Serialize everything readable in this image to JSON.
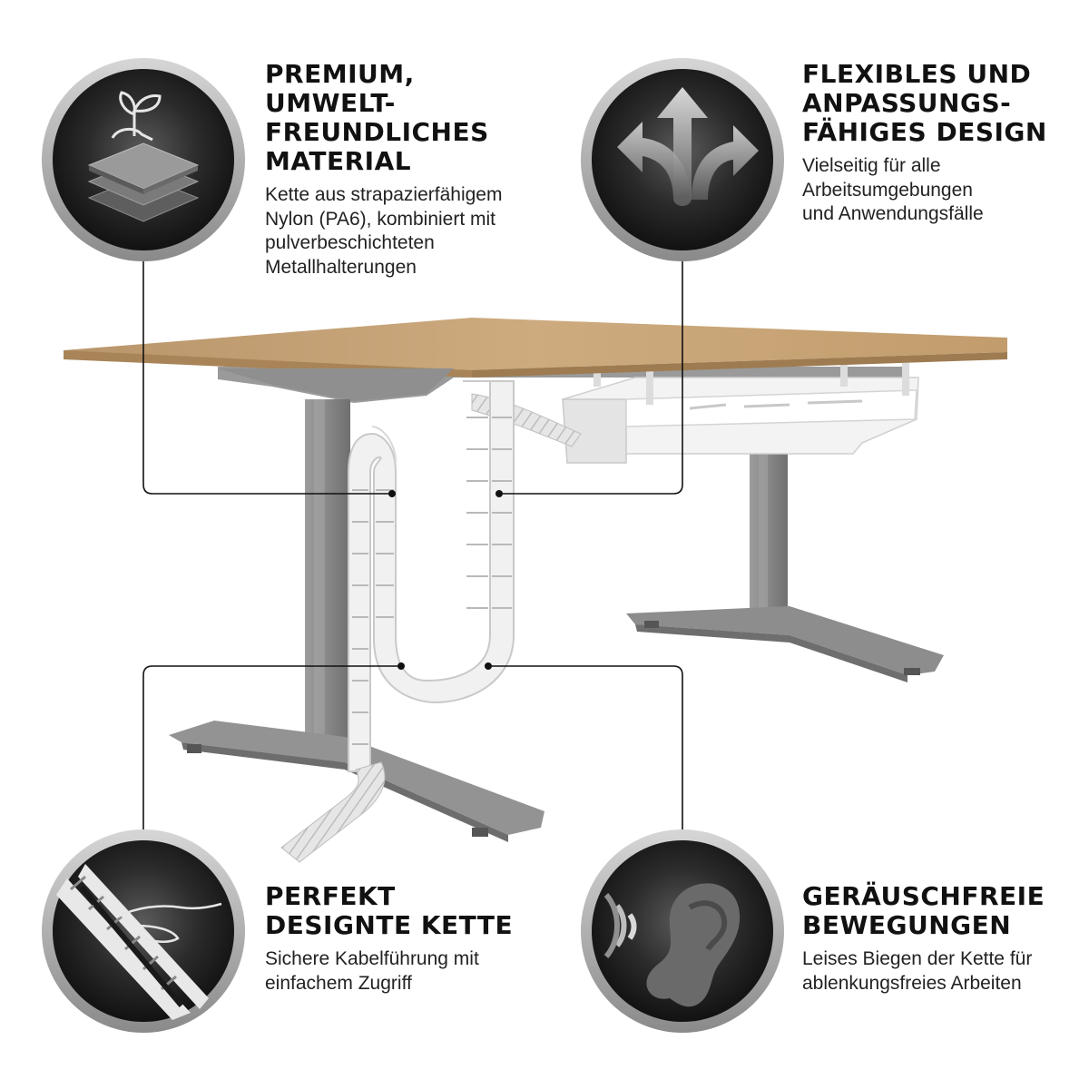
{
  "colors": {
    "badge_ring": "#a9a9a9",
    "badge_fill": "#2a2a2a",
    "desk_top": "#c4a276",
    "desk_frame": "#8e8e8e",
    "chain": "#f1f1f1",
    "callout_line": "#111111"
  },
  "features": [
    {
      "title": "PREMIUM,\nUMWELT-\nFREUNDLICHES\nMATERIAL",
      "description": "Kette aus strapazierfähigem\nNylon (PA6), kombiniert mit\npulverbeschichteten\nMetallhalterungen",
      "icon": "layers-leaf-icon"
    },
    {
      "title": "FLEXIBLES UND\nANPASSUNGS-\nFÄHIGES DESIGN",
      "description": "Vielseitig für alle\nArbeitsumgebungen\nund Anwendungsfälle",
      "icon": "branching-arrows-icon"
    },
    {
      "title": "PERFEKT\nDESIGNTE KETTE",
      "description": "Sichere Kabelführung mit\neinfachem Zugriff",
      "icon": "chain-hand-icon"
    },
    {
      "title": "GERÄUSCHFREIE\nBEWEGUNGEN",
      "description": "Leises Biegen der Kette für\nablenkungsfreies Arbeiten",
      "icon": "ear-sound-icon"
    }
  ]
}
